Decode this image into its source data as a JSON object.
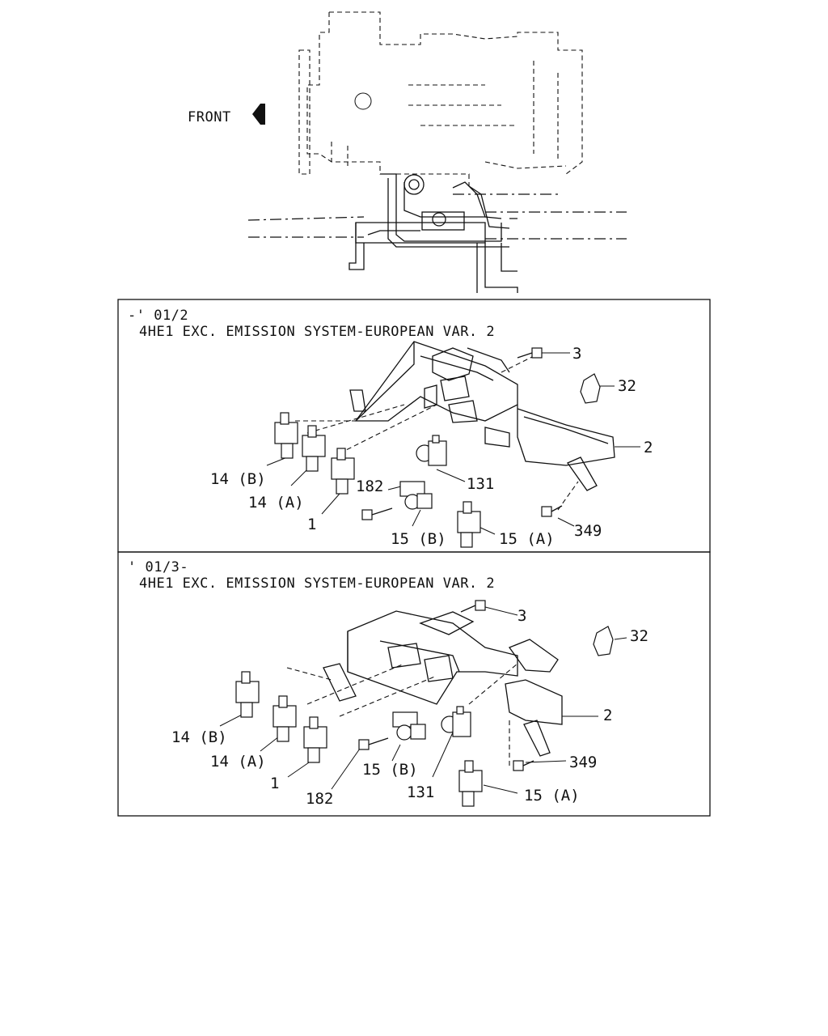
{
  "overview": {
    "front_label": "FRONT"
  },
  "panels": [
    {
      "range": "-' 01/2",
      "title": "4HE1 EXC. EMISSION SYSTEM-EUROPEAN VAR. 2",
      "labels": {
        "p3": "3",
        "p32": "32",
        "p2": "2",
        "p131": "131",
        "p14b": "14 (B)",
        "p14a": "14 (A)",
        "p182": "182",
        "p1": "1",
        "p15b": "15 (B)",
        "p15a": "15 (A)",
        "p349": "349"
      }
    },
    {
      "range": "' 01/3-",
      "title": "4HE1 EXC. EMISSION SYSTEM-EUROPEAN VAR. 2",
      "labels": {
        "p3": "3",
        "p32": "32",
        "p2": "2",
        "p14b": "14 (B)",
        "p14a": "14 (A)",
        "p349": "349",
        "p15b": "15 (B)",
        "p1": "1",
        "p131": "131",
        "p182": "182",
        "p15a": "15 (A)"
      }
    }
  ]
}
